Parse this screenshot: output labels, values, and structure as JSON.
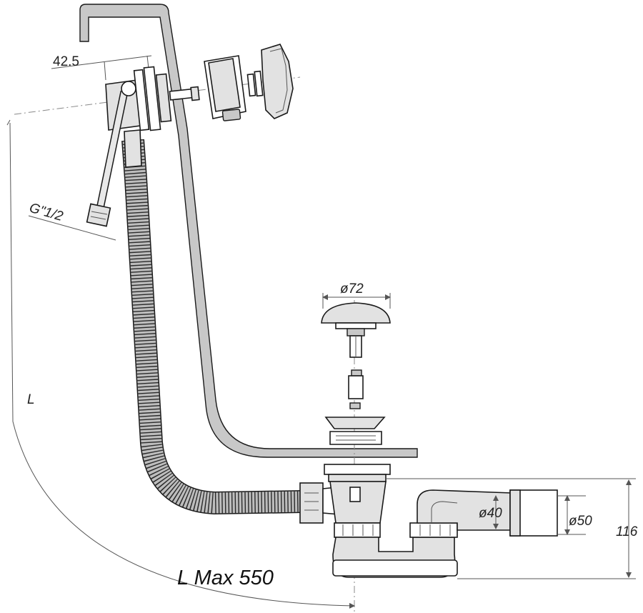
{
  "labels": {
    "overflow_offset": "42.5",
    "thread": "G\"1/2",
    "length_symbol": "L",
    "cap_diameter": "ø72",
    "pipe_diameter_inner": "ø40",
    "pipe_diameter_outer": "ø50",
    "trap_height": "116",
    "max_length": "L Max 550"
  },
  "colors": {
    "line": "#1a1a1a",
    "fill_light": "#e2e2e2",
    "fill_mid": "#c8c8c8",
    "dimension": "#555555"
  }
}
